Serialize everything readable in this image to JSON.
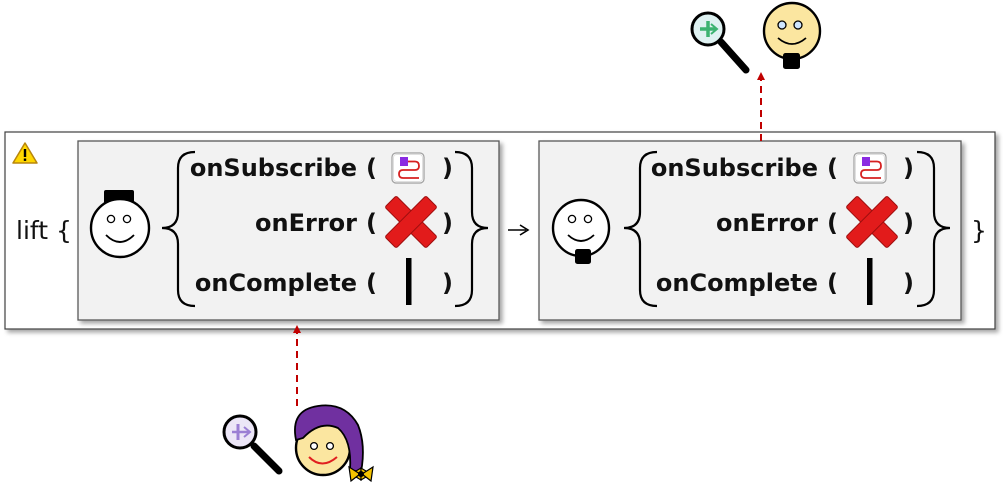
{
  "outer": {
    "prefix": "lift {",
    "suffix": "}"
  },
  "icons": {
    "warning": "warning-icon",
    "subscribe": "subscribe-icon",
    "error": "error-x-icon",
    "complete": "complete-bar-icon",
    "upstream_magnifier": "magnifier-plus-icon",
    "downstream_magnifier": "magnifier-bar-icon"
  },
  "subscribers": [
    {
      "id": "inner",
      "methods": [
        {
          "name": "onSubscribe",
          "open": "(",
          "close": ")"
        },
        {
          "name": "onError",
          "open": "(",
          "close": ")"
        },
        {
          "name": "onComplete",
          "open": "(",
          "close": ")"
        }
      ]
    },
    {
      "id": "outer",
      "methods": [
        {
          "name": "onSubscribe",
          "open": "(",
          "close": ")"
        },
        {
          "name": "onError",
          "open": "(",
          "close": ")"
        },
        {
          "name": "onComplete",
          "open": "(",
          "close": ")"
        }
      ]
    }
  ],
  "colors": {
    "box_fill": "#f2f2f2",
    "box_stroke": "#595959",
    "arrow_red": "#c00000",
    "face_fill": "#fdf3c4",
    "face_blue_fill": "#fbe6a0",
    "hat_purple": "#7030a0",
    "bow_gold": "#f5c400",
    "error_red": "#e21b1b",
    "magnifier_green": "#3cb371",
    "magnifier_purple": "#9b7fd4"
  }
}
